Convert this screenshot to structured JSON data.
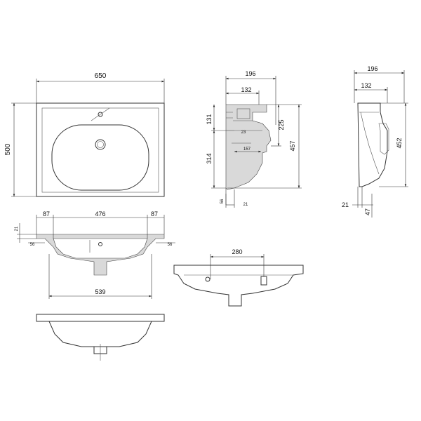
{
  "top_view": {
    "width_label": "650",
    "depth_label": "500"
  },
  "side_section": {
    "depth_total_label": "196",
    "depth_inner_label": "132",
    "height_upper_label": "131",
    "height_mid_label": "225",
    "height_total_label": "457",
    "height_lower_label": "314",
    "detail_23_label": "23",
    "detail_157_label": "157",
    "bottom_56_label": "56",
    "bottom_21_label": "21"
  },
  "side_view": {
    "depth_total_label": "196",
    "depth_inner_label": "132",
    "height_label": "452",
    "bottom_21_label": "21",
    "bottom_47_label": "47"
  },
  "front_section": {
    "left_rim_label": "87",
    "bowl_width_label": "476",
    "right_rim_label": "87",
    "left_height_label": "21",
    "left_56_label": "56",
    "right_56_label": "56",
    "base_width_label": "539"
  },
  "front_view": {
    "mount_width_label": "280"
  }
}
